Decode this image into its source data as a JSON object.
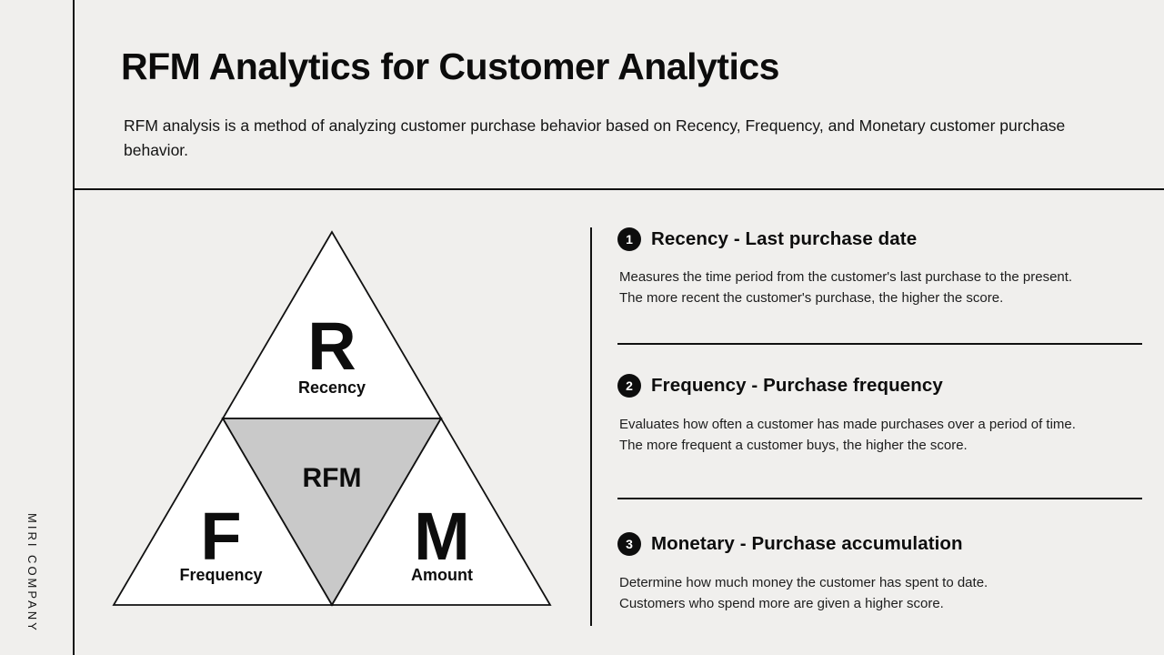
{
  "sidebar": {
    "company": "MIRI COMPANY"
  },
  "header": {
    "title": "RFM Analytics for Customer Analytics",
    "subtitle": "RFM analysis is a method of analyzing customer purchase behavior based on Recency, Frequency, and Monetary customer purchase behavior."
  },
  "diagram": {
    "top": {
      "letter": "R",
      "label": "Recency"
    },
    "center": {
      "label": "RFM"
    },
    "bottom_left": {
      "letter": "F",
      "label": "Frequency"
    },
    "bottom_right": {
      "letter": "M",
      "label": "Amount"
    },
    "colors": {
      "triangle_fill": "#ffffff",
      "center_fill": "#c9c9c9",
      "stroke": "#111111"
    }
  },
  "items": [
    {
      "number": "1",
      "title": "Recency - Last purchase date",
      "body_line1": "Measures the time period from the customer's last purchase to the present.",
      "body_line2": "The more recent the customer's purchase, the higher the score."
    },
    {
      "number": "2",
      "title": "Frequency - Purchase frequency",
      "body_line1": "Evaluates how often a customer has made purchases over a period of time.",
      "body_line2": "The more frequent a customer buys, the higher the score."
    },
    {
      "number": "3",
      "title": "Monetary - Purchase accumulation",
      "body_line1": "Determine how much money the customer has spent to date.",
      "body_line2": "Customers who spend more are given a higher score."
    }
  ],
  "colors": {
    "background": "#f0efed",
    "line": "#111111"
  }
}
